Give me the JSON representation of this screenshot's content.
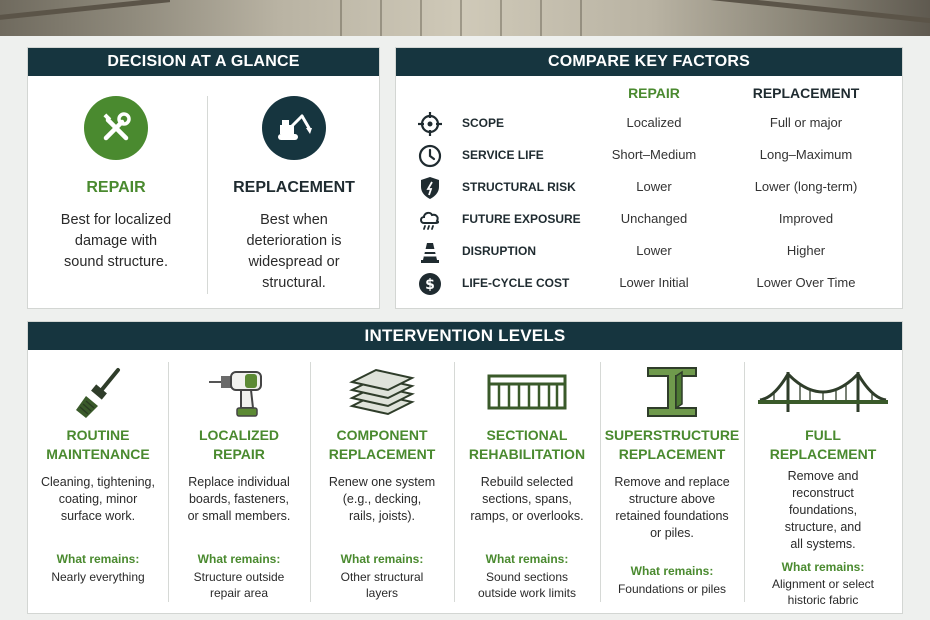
{
  "glance": {
    "title": "DECISION AT A GLANCE",
    "repair": {
      "title": "REPAIR",
      "desc": [
        "Best for localized",
        "damage with",
        "sound structure."
      ]
    },
    "replacement": {
      "title": "REPLACEMENT",
      "desc": [
        "Best when",
        "deterioration is",
        "widespread or",
        "structural."
      ]
    }
  },
  "compare": {
    "title": "COMPARE KEY FACTORS",
    "col_repair": "REPAIR",
    "col_replacement": "REPLACEMENT",
    "rows": [
      {
        "icon": "target-icon",
        "label": "SCOPE",
        "repair": "Localized",
        "replacement": "Full or major"
      },
      {
        "icon": "clock-icon",
        "label": "SERVICE LIFE",
        "repair": "Short–Medium",
        "replacement": "Long–Maximum"
      },
      {
        "icon": "shield-icon",
        "label": "STRUCTURAL RISK",
        "repair": "Lower",
        "replacement": "Lower (long-term)"
      },
      {
        "icon": "storm-cloud-icon",
        "label": "FUTURE EXPOSURE",
        "repair": "Unchanged",
        "replacement": "Improved"
      },
      {
        "icon": "traffic-cone-icon",
        "label": "DISRUPTION",
        "repair": "Lower",
        "replacement": "Higher"
      },
      {
        "icon": "dollar-icon",
        "label": "LIFE-CYCLE COST",
        "repair": "Lower Initial",
        "replacement": "Lower Over Time"
      }
    ]
  },
  "levels": {
    "title": "INTERVENTION LEVELS",
    "what_remains_label": "What remains:",
    "items": [
      {
        "icon": "brush-icon",
        "title": [
          "ROUTINE",
          "MAINTENANCE"
        ],
        "desc": [
          "Cleaning, tightening,",
          "coating, minor",
          "surface work."
        ],
        "remains": [
          "Nearly everything"
        ]
      },
      {
        "icon": "drill-icon",
        "title": [
          "LOCALIZED",
          "REPAIR"
        ],
        "desc": [
          "Replace individual",
          "boards, fasteners,",
          "or small members."
        ],
        "remains": [
          "Structure outside",
          "repair area"
        ]
      },
      {
        "icon": "boards-icon",
        "title": [
          "COMPONENT",
          "REPLACEMENT"
        ],
        "desc": [
          "Renew one system",
          "(e.g., decking,",
          "rails, joists)."
        ],
        "remains": [
          "Other structural",
          "layers"
        ]
      },
      {
        "icon": "truss-icon",
        "title": [
          "SECTIONAL",
          "REHABILITATION"
        ],
        "desc": [
          "Rebuild selected",
          "sections, spans,",
          "ramps, or overlooks."
        ],
        "remains": [
          "Sound sections",
          "outside work limits"
        ]
      },
      {
        "icon": "i-beam-icon",
        "title": [
          "SUPERSTRUCTURE",
          "REPLACEMENT"
        ],
        "desc": [
          "Remove and replace",
          "structure above",
          "retained foundations",
          "or piles."
        ],
        "remains": [
          "Foundations or piles"
        ]
      },
      {
        "icon": "suspension-bridge-icon",
        "title": [
          "FULL",
          "REPLACEMENT"
        ],
        "desc": [
          "Remove and",
          "reconstruct",
          "foundations,",
          "structure, and",
          "all systems."
        ],
        "remains": [
          "Alignment or select",
          "historic fabric"
        ]
      }
    ]
  },
  "colors": {
    "banner": "#16353f",
    "green": "#4a8a2f",
    "dark": "#1f2b30"
  }
}
